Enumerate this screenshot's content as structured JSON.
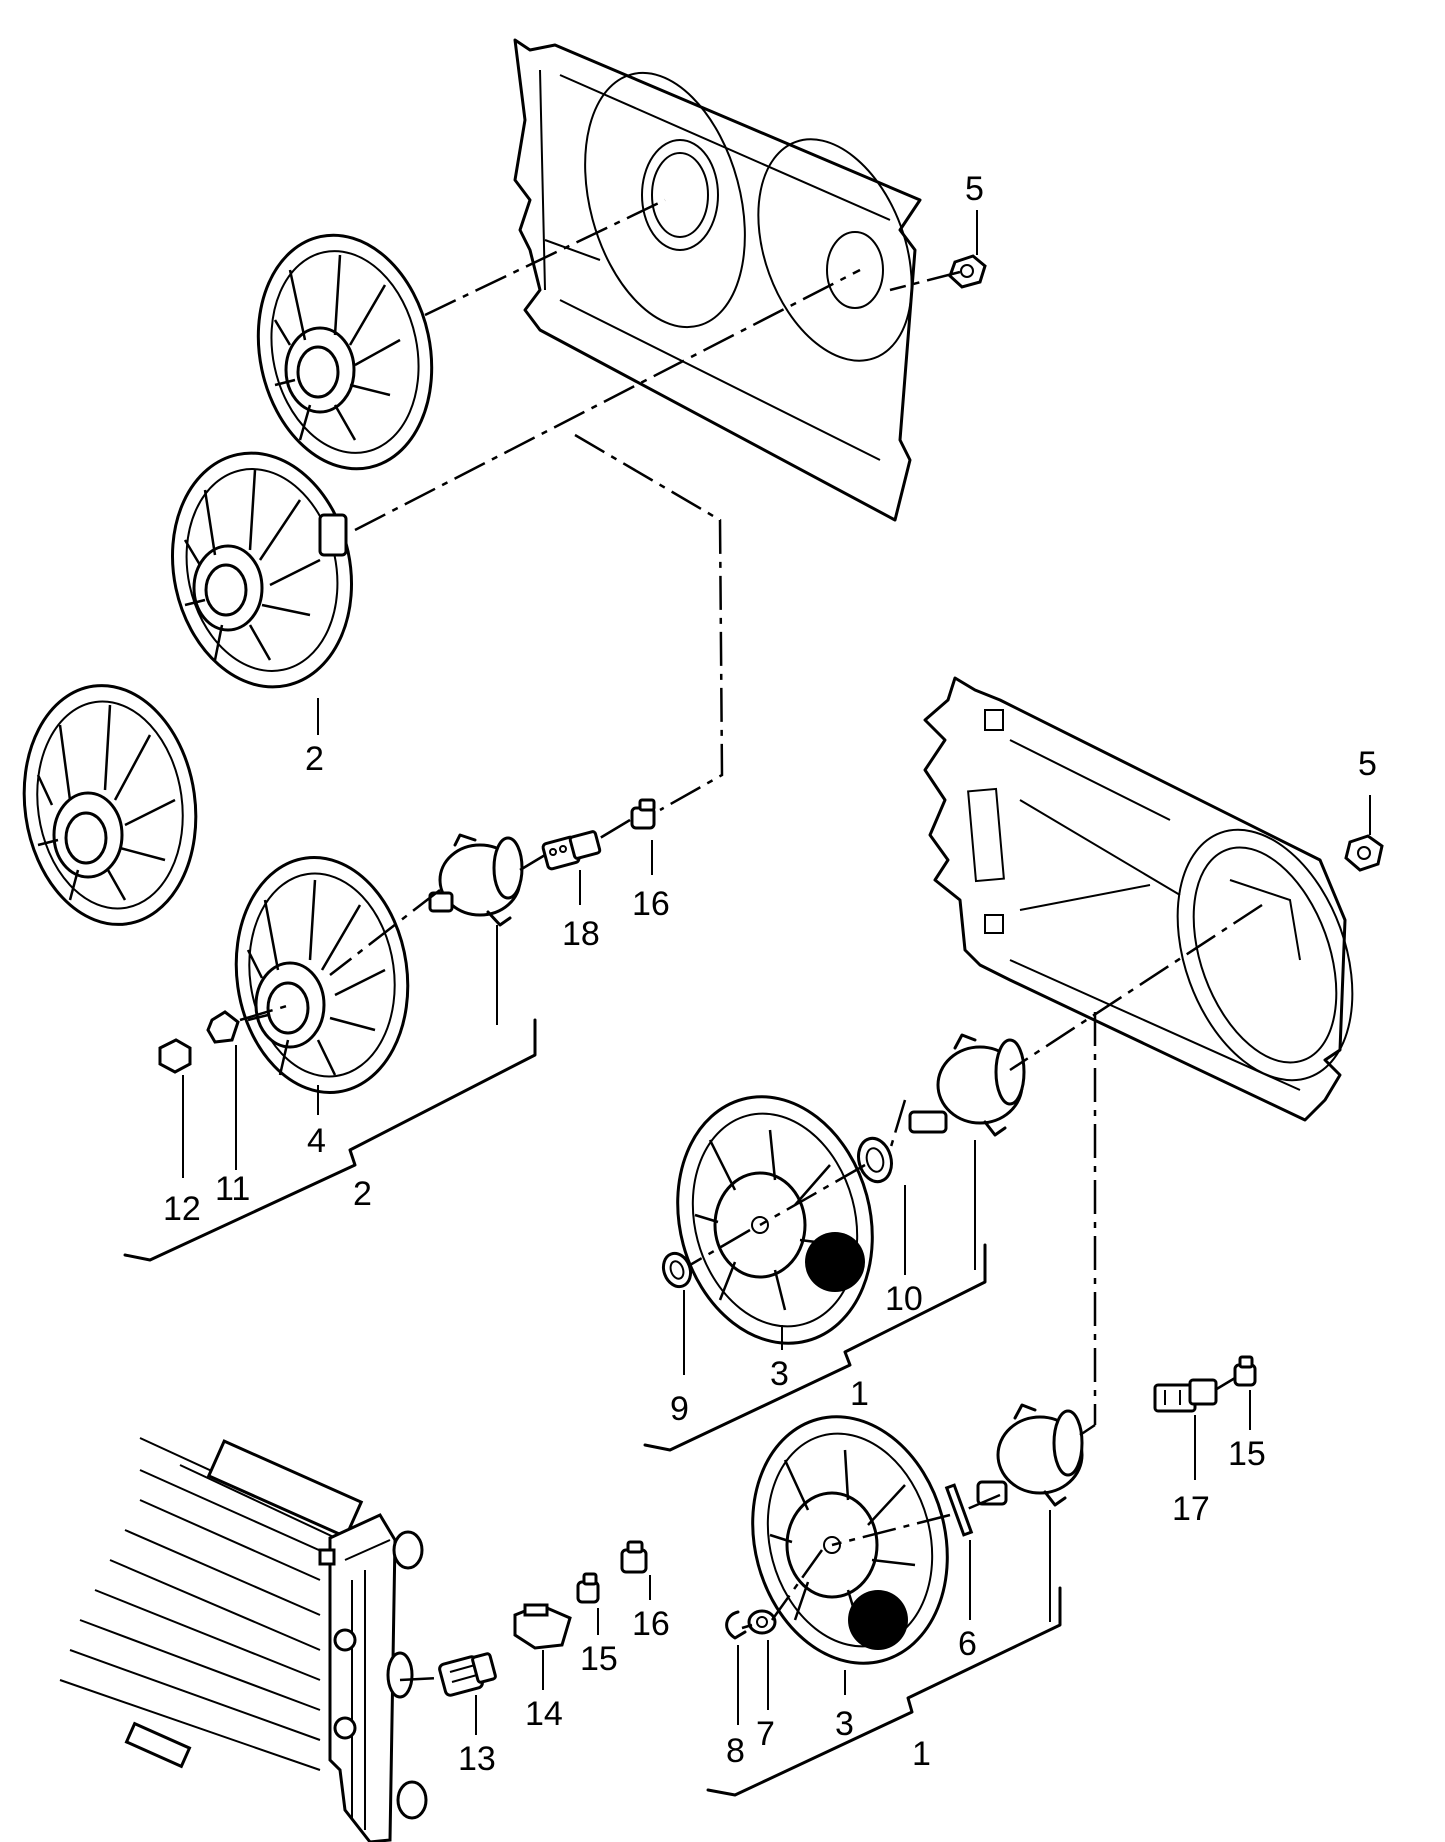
{
  "callouts": {
    "c5_top": "5",
    "c5_mid": "5",
    "c2_upper": "2",
    "c2_lower": "2",
    "c4": "4",
    "c11": "11",
    "c12": "12",
    "c16_upper": "16",
    "c18": "18",
    "c10": "10",
    "c3_upper": "3",
    "c1_upper": "1",
    "c9": "9",
    "c17": "17",
    "c15_right": "15",
    "c13": "13",
    "c14": "14",
    "c15_lower": "15",
    "c16_lower": "16",
    "c6": "6",
    "c3_lower": "3",
    "c8": "8",
    "c7": "7",
    "c1_lower": "1"
  },
  "colors": {
    "ink": "#000000",
    "paper": "#ffffff"
  }
}
